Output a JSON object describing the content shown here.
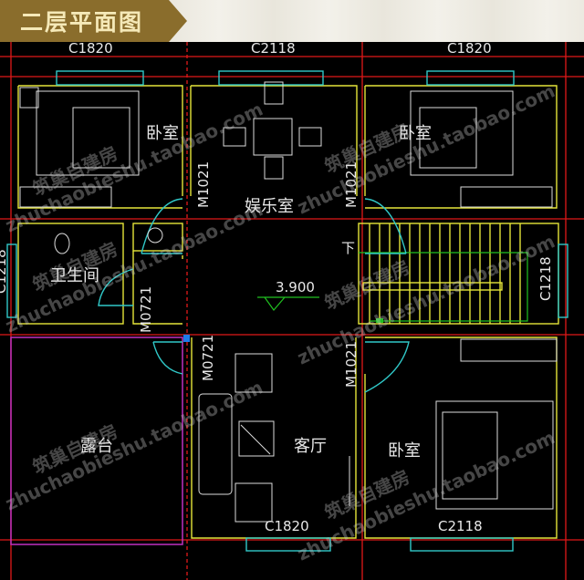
{
  "title": "二层平面图",
  "rooms": {
    "bedroom_nw": "卧室",
    "bedroom_ne": "卧室",
    "entertainment": "娱乐室",
    "bathroom": "卫生间",
    "terrace": "露台",
    "living": "客厅",
    "bedroom_se": "卧室"
  },
  "windows": {
    "top_left": "C1820",
    "top_mid": "C2118",
    "top_right": "C1820",
    "right": "C1218",
    "left": "C1218",
    "bottom_mid": "C1820",
    "bottom_right": "C2118"
  },
  "doors": {
    "ent_left": "M1021",
    "ent_right": "M1021",
    "bath": "M0721",
    "terrace": "M0721",
    "bed_se": "M1021"
  },
  "elevation": "3.900",
  "stair_down": "下",
  "watermark": {
    "brand": "筑巢自建房",
    "url": "zhuchaobieshu.taobao.com"
  },
  "colors": {
    "wall": "#e5e53a",
    "axis": "#e01818",
    "window": "#30c8c8",
    "terrace": "#c030c0",
    "banner": "#8a6d2c"
  }
}
